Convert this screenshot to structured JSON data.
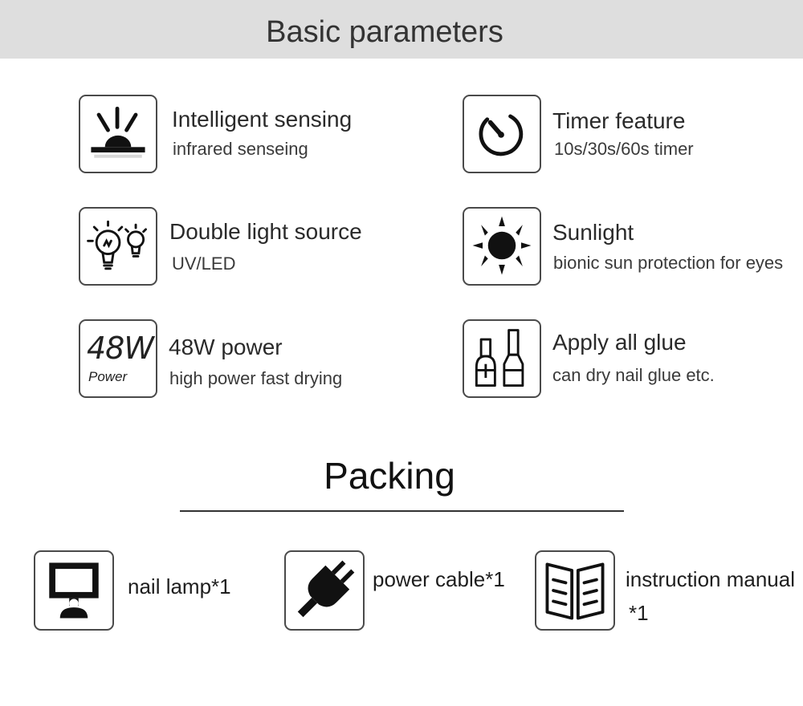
{
  "header": {
    "title": "Basic parameters"
  },
  "features": [
    {
      "icon": "sunrise-icon",
      "title": "Intelligent sensing",
      "subtitle": "infrared senseing"
    },
    {
      "icon": "timer-icon",
      "title": "Timer feature",
      "subtitle": "10s/30s/60s timer"
    },
    {
      "icon": "light-bulbs-icon",
      "title": "Double light source",
      "subtitle": "UV/LED"
    },
    {
      "icon": "sun-icon",
      "title": "Sunlight",
      "subtitle": "bionic sun protection for eyes"
    },
    {
      "icon": "power-48w-icon",
      "title": "48W power",
      "subtitle": "high power fast drying",
      "icon_text_main": "48W",
      "icon_text_sub": "Power"
    },
    {
      "icon": "nail-polish-icon",
      "title": "Apply all glue",
      "subtitle": "can dry nail glue etc."
    }
  ],
  "packing": {
    "title": "Packing",
    "items": [
      {
        "icon": "nail-lamp-icon",
        "label": "nail lamp*1"
      },
      {
        "icon": "power-plug-icon",
        "label": "power cable*1"
      },
      {
        "icon": "open-book-icon",
        "label_line1": "instruction manual",
        "label_line2": "*1"
      }
    ]
  }
}
